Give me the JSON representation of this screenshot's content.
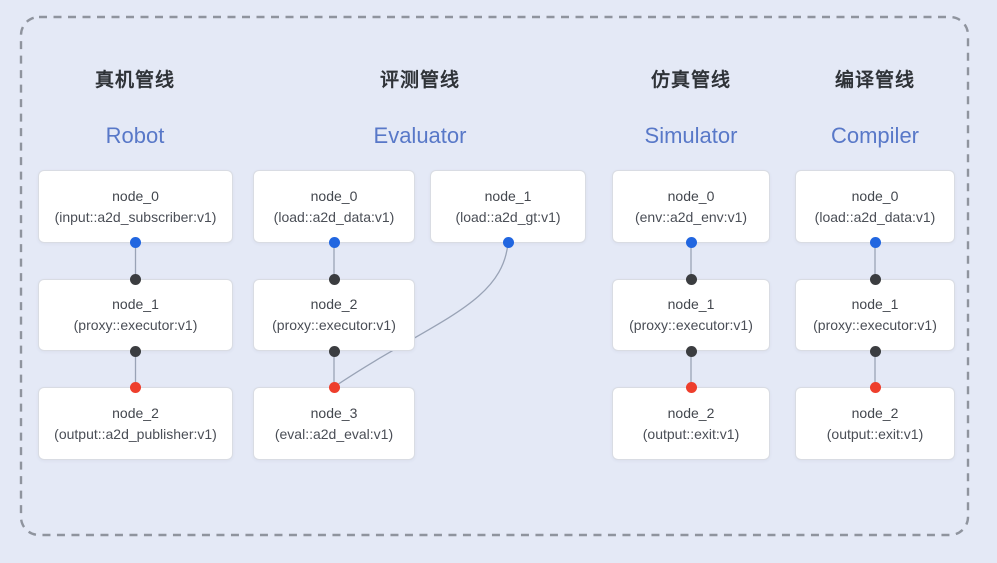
{
  "diagram": {
    "pipelines": [
      {
        "title_cn": "真机管线",
        "title_en": "Robot",
        "nodes": [
          {
            "name": "node_0",
            "impl": "(input::a2d_subscriber:v1)"
          },
          {
            "name": "node_1",
            "impl": "(proxy::executor:v1)"
          },
          {
            "name": "node_2",
            "impl": "(output::a2d_publisher:v1)"
          }
        ]
      },
      {
        "title_cn": "评测管线",
        "title_en": "Evaluator",
        "nodes": [
          {
            "name": "node_0",
            "impl": "(load::a2d_data:v1)"
          },
          {
            "name": "node_1",
            "impl": "(load::a2d_gt:v1)"
          },
          {
            "name": "node_2",
            "impl": "(proxy::executor:v1)"
          },
          {
            "name": "node_3",
            "impl": "(eval::a2d_eval:v1)"
          }
        ]
      },
      {
        "title_cn": "仿真管线",
        "title_en": "Simulator",
        "nodes": [
          {
            "name": "node_0",
            "impl": "(env::a2d_env:v1)"
          },
          {
            "name": "node_1",
            "impl": "(proxy::executor:v1)"
          },
          {
            "name": "node_2",
            "impl": "(output::exit:v1)"
          }
        ]
      },
      {
        "title_cn": "编译管线",
        "title_en": "Compiler",
        "nodes": [
          {
            "name": "node_0",
            "impl": "(load::a2d_data:v1)"
          },
          {
            "name": "node_1",
            "impl": "(proxy::executor:v1)"
          },
          {
            "name": "node_2",
            "impl": "(output::exit:v1)"
          }
        ]
      }
    ],
    "colors": {
      "background": "#e4e9f6",
      "dashed_border": "#8f949e",
      "node_background": "#ffffff",
      "node_border": "#d9dce3",
      "edge_line": "#99a3b6",
      "output_port_blue": "#2166e0",
      "passthrough_port_black": "#3b3d40",
      "input_port_red": "#ee3e2c",
      "title_cn_color": "#2f3338",
      "title_en_color": "#5878c8",
      "node_text_color": "#43474e"
    }
  }
}
